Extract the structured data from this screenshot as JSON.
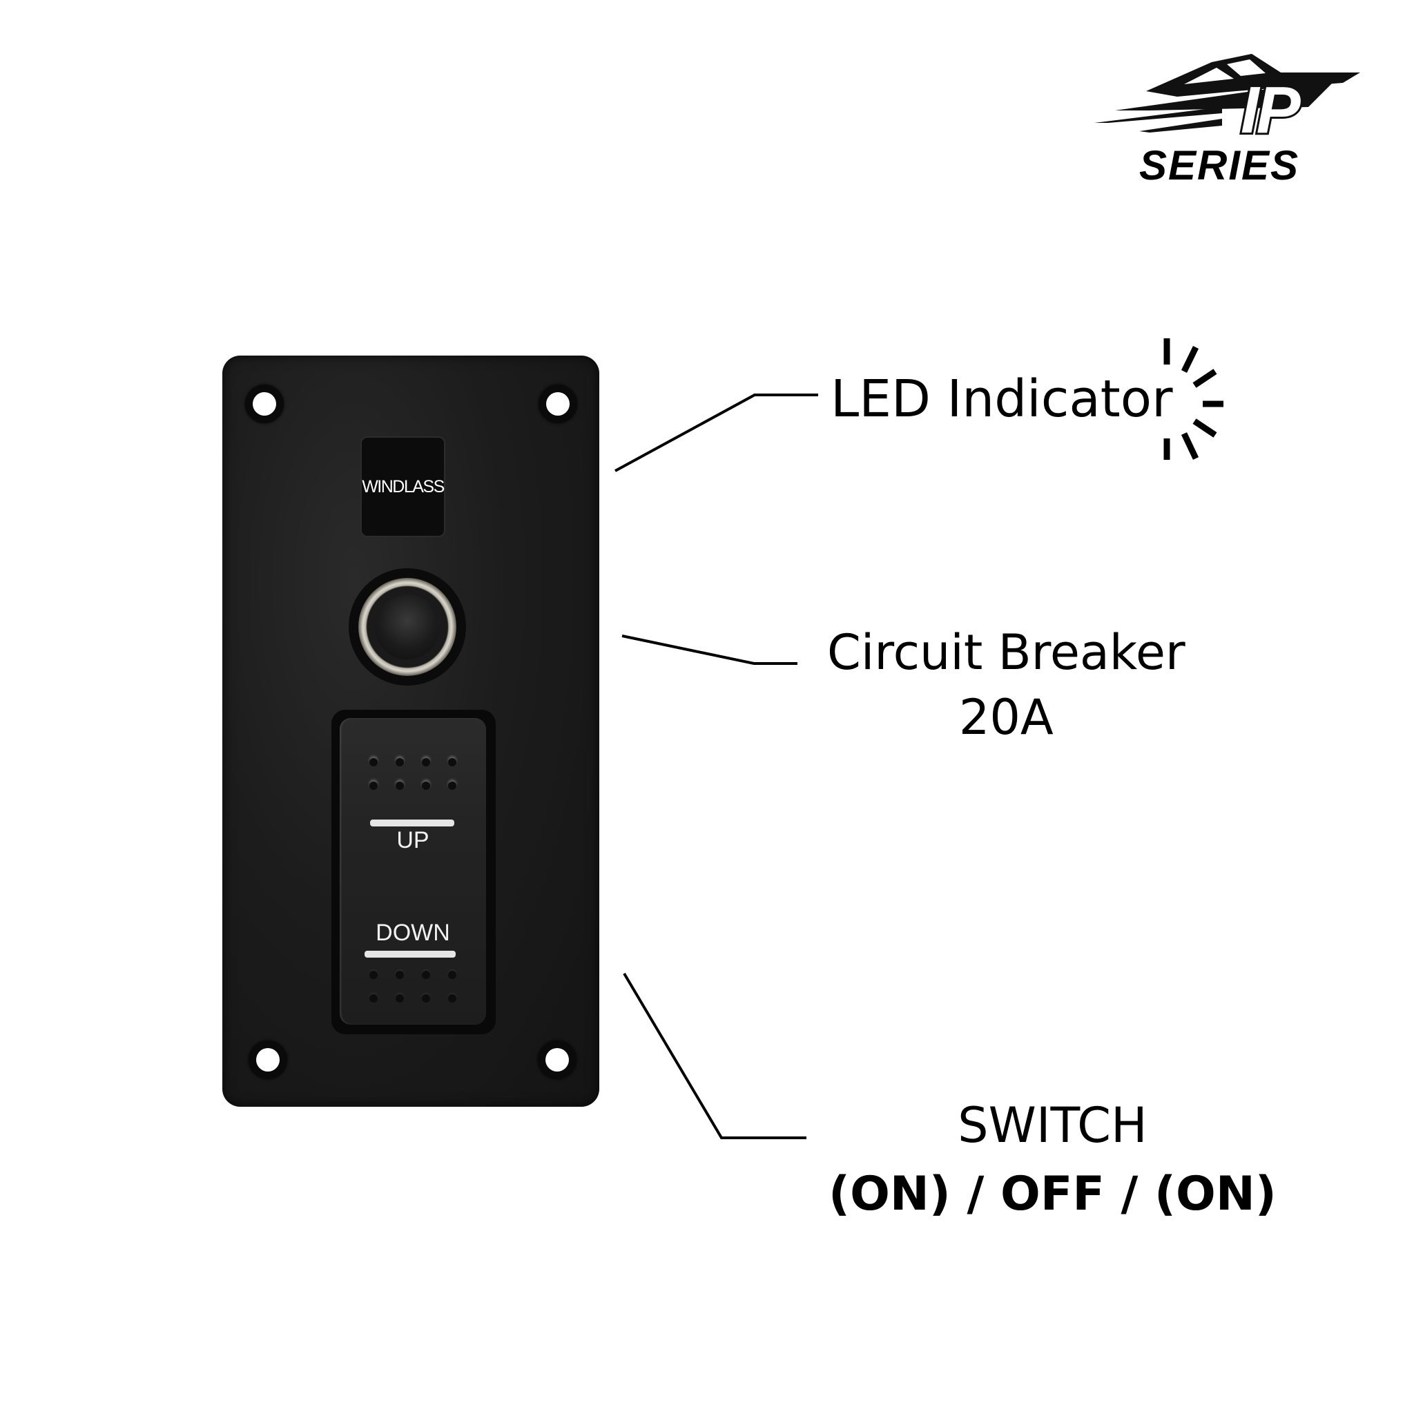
{
  "brand": {
    "logo_mark": "IP",
    "logo_text": "SERIES",
    "logo_icon": "speedboat-icon"
  },
  "panel": {
    "label_plate": "WINDLASS",
    "breaker_rating": "20A",
    "rocker": {
      "top_label": "UP",
      "bottom_label": "DOWN"
    },
    "colors": {
      "panel": "#1c1c1c",
      "background": "#ffffff",
      "legend_text": "#f2f2f2"
    }
  },
  "callouts": {
    "led": {
      "label": "LED Indicator",
      "icon": "led-glow-icon"
    },
    "breaker": {
      "title": "Circuit Breaker",
      "rating": "20A"
    },
    "switch": {
      "title": "SWITCH",
      "modes": "(ON) / OFF / (ON)"
    }
  }
}
